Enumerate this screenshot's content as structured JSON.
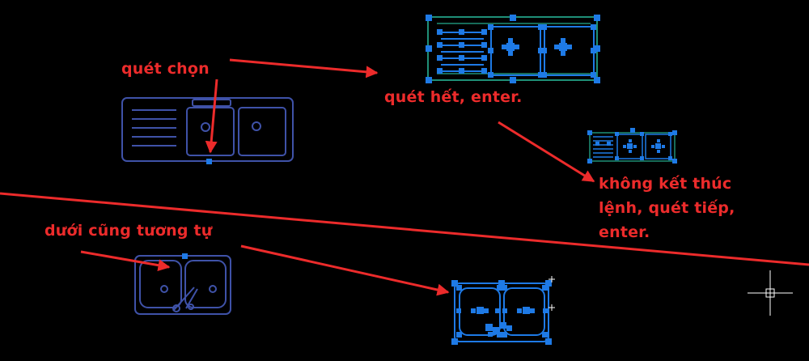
{
  "canvas": {
    "background": "#000000"
  },
  "colors": {
    "annotation": "#ec2b2b",
    "drawing": "#3f52a8",
    "selected_line": "#1f8f77",
    "grip": "#1e7ae6",
    "crosshair": "#ffffff"
  },
  "annotations": {
    "sweep_select": "quét chọn",
    "sweep_all_enter": "quét hết, enter.",
    "no_end_command": [
      "không kết thúc",
      "lệnh, quét tiếp,",
      "enter."
    ],
    "below_same": "dưới cũng tương tự"
  },
  "icons": {
    "cursor": "crosshair-cursor-icon"
  }
}
